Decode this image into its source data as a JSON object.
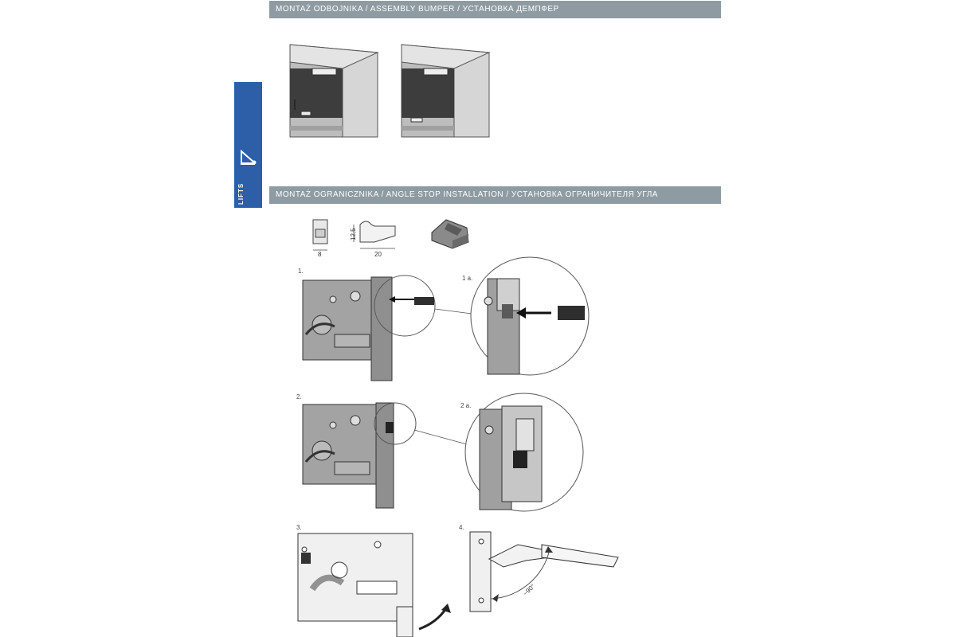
{
  "sections": {
    "bumper_title": "MONTAŻ ODBOJNIKA / ASSEMBLY BUMPER / УСТАНОВКА ДЕМПФЕР",
    "angle_stop_title": "MONTAŻ OGRANICZNIKA / ANGLE STOP INSTALLATION / УСТАНОВКА ОГРАНИЧИТЕЛЯ УГЛА"
  },
  "side_tab": {
    "label": "LIFTS",
    "color": "#2c5fa8"
  },
  "dimensions": {
    "width": "8",
    "height": "12,5",
    "length": "20"
  },
  "steps": {
    "s1": "1.",
    "s1a": "1 a.",
    "s2": "2.",
    "s2a": "2 a.",
    "s3": "3.",
    "s4": "4."
  },
  "angle": "~90°",
  "colors": {
    "bar": "#8e9ba2",
    "tab": "#2c5fa8",
    "panel": "#c9c9c9",
    "steel": "#9a9a9a"
  }
}
